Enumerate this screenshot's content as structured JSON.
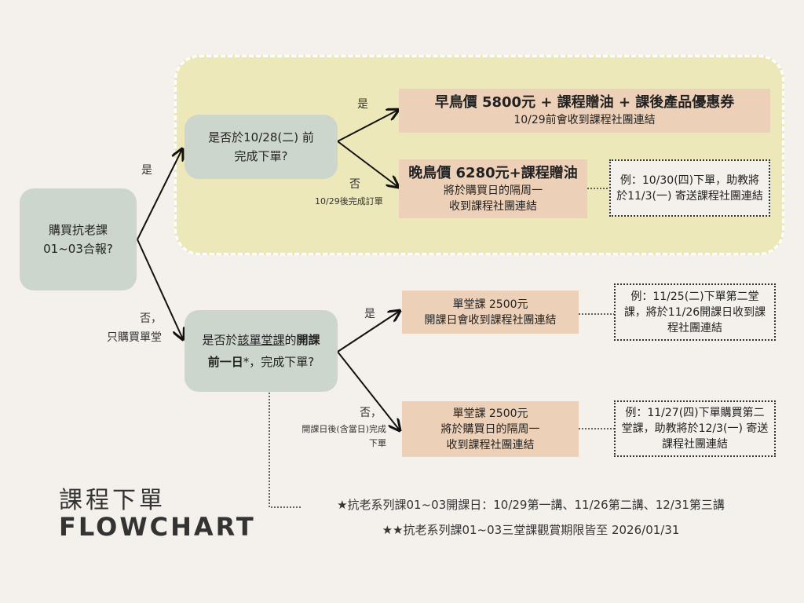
{
  "root": {
    "line1": "購買抗老課",
    "line2": "01~03合報?"
  },
  "q1": {
    "line1": "是否於10/28(二)  前",
    "line2": "完成下單?"
  },
  "q1_yes": {
    "label": "是",
    "title": "早鳥價 5800元 + 課程贈油 + 課後產品優惠券",
    "sub": "10/29前會收到課程社團連結"
  },
  "q1_no": {
    "label": "否",
    "sublabel": "10/29後完成訂單",
    "title": "晚鳥價 6280元+課程贈油",
    "sub1": "將於購買日的隔周一",
    "sub2": "收到課程社團連結",
    "note": "例：10/30(四)下單，助教將於11/3(一) 寄送課程社團連結"
  },
  "root_yes": "是",
  "root_no": {
    "line1": "否，",
    "line2": "只購買單堂"
  },
  "q2": {
    "p1": "是否於",
    "p2": "該單堂課",
    "p3": "的",
    "p4": "開課",
    "p5": "前一日",
    "p6": "*，完成下單?"
  },
  "q2_yes": {
    "label": "是",
    "title": "單堂課 2500元",
    "sub": "開課日會收到課程社團連結",
    "note": "例：11/25(二)下單第二堂課，將於11/26開課日收到課程社團連結"
  },
  "q2_no": {
    "label": "否，",
    "sublabel1": "開課日後(含當日)完成",
    "sublabel2": "下單",
    "title": "單堂課 2500元",
    "sub1": "將於購買日的隔周一",
    "sub2": "收到課程社團連結",
    "note": "例：11/27(四)下單購買第二堂課，助教將於12/3(一) 寄送課程社團連結"
  },
  "title": {
    "zh": "課程下單",
    "en": "FLOWCHART"
  },
  "footnotes": [
    "★抗老系列課01~03開課日：10/29第一講、11/26第二講、12/31第三講",
    "★★抗老系列課01~03三堂課觀賞期限皆至  2026/01/31"
  ],
  "colors": {
    "background": "#f4f0eb",
    "region": "#ede8b9",
    "node": "#cdd6cc",
    "box": "#ecd0b8"
  }
}
